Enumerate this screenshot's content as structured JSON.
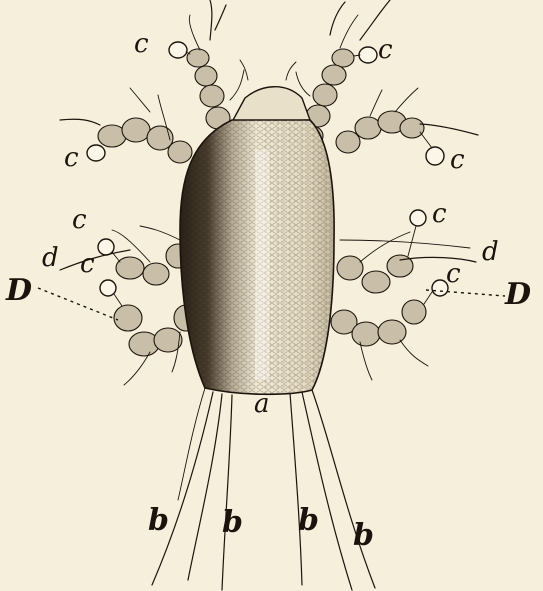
{
  "figure": {
    "labels": {
      "a": "a",
      "b": "b",
      "c": "c",
      "d": "d",
      "D": "D"
    },
    "colors": {
      "paper": "#f6efdc",
      "ink": "#1c140c",
      "body_shade": "#3b2f22",
      "body_light": "#efe6cf"
    }
  }
}
